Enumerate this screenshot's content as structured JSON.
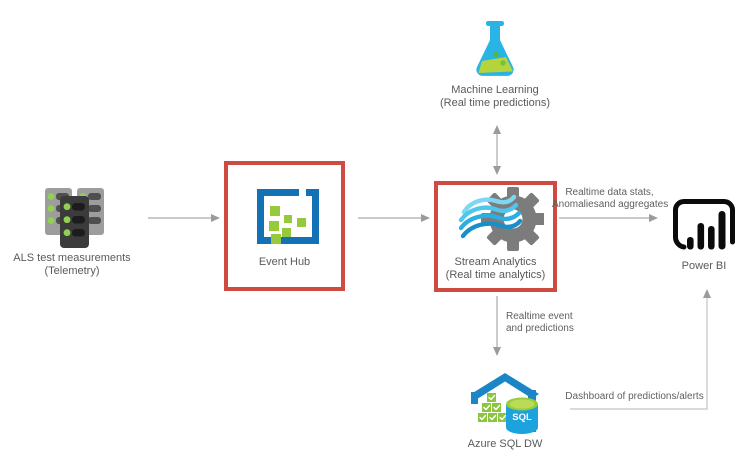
{
  "diagram": {
    "nodes": {
      "telemetry": {
        "line1": "ALS test measurements",
        "line2": "(Telemetry)"
      },
      "eventHub": {
        "line1": "Event Hub"
      },
      "machineLearning": {
        "line1": "Machine Learning",
        "line2": "(Real time predictions)"
      },
      "streamAnalytics": {
        "line1": "Stream Analytics",
        "line2": "(Real time analytics)"
      },
      "powerBi": {
        "line1": "Power BI"
      },
      "azureSqlDw": {
        "line1": "Azure SQL DW",
        "badge": "SQL"
      }
    },
    "edgeLabels": {
      "streamToPowerBi": {
        "line1": "Realtime data stats,",
        "line2": "Anomaliesand aggregates"
      },
      "streamToSql": {
        "line1": "Realtime event",
        "line2": "and predictions"
      },
      "sqlToPowerBi": {
        "line1": "Dashboard of predictions/alerts"
      }
    },
    "connections": [
      {
        "from": "telemetry",
        "to": "eventHub",
        "type": "arrow"
      },
      {
        "from": "eventHub",
        "to": "streamAnalytics",
        "type": "arrow"
      },
      {
        "from": "streamAnalytics",
        "to": "machineLearning",
        "type": "bidirectional-arrow"
      },
      {
        "from": "streamAnalytics",
        "to": "powerBi",
        "type": "arrow",
        "label": "Realtime data stats, Anomaliesand aggregates"
      },
      {
        "from": "streamAnalytics",
        "to": "azureSqlDw",
        "type": "arrow",
        "label": "Realtime event and predictions"
      },
      {
        "from": "azureSqlDw",
        "to": "powerBi",
        "type": "elbow-arrow",
        "label": "Dashboard of predictions/alerts"
      }
    ],
    "highlighted_nodes": [
      "eventHub",
      "streamAnalytics"
    ],
    "colors": {
      "highlight_red": "#cd4b40",
      "arrow_gray": "#a8a8a8",
      "text_gray": "#5a5a5a",
      "azure_blue": "#1272b5",
      "event_green": "#97c93d",
      "flask_cyan": "#29b4e5",
      "liquid_green": "#b5d43b",
      "gear_gray": "#7c7c7c",
      "wave_blues": [
        "#7ed7f2",
        "#4ec6ed",
        "#2baee0",
        "#1790c9"
      ],
      "powerbi_black": "#0b0b0b",
      "warehouse_blue": "#1b86c6",
      "crate_green": "#8cc63f",
      "cylinder_blue": "#1ca3de",
      "cylinder_top_green": "#9bcb3d",
      "led_green": "#92d050",
      "rack_gray": "#9d9d9d",
      "rack_dark": "#3b3b3b"
    }
  }
}
